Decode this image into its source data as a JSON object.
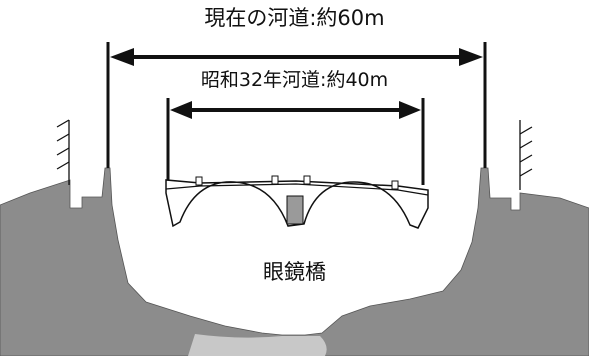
{
  "labels": {
    "current_channel": "現在の河道:約60m",
    "showa_channel": "昭和32年河道:約40m",
    "bridge_name": "眼鏡橋"
  },
  "colors": {
    "ground": "#8c8c8c",
    "water": "#c8c8c8",
    "line": "#111111",
    "bridge": "#ffffff",
    "pier": "#9a9a9a"
  }
}
